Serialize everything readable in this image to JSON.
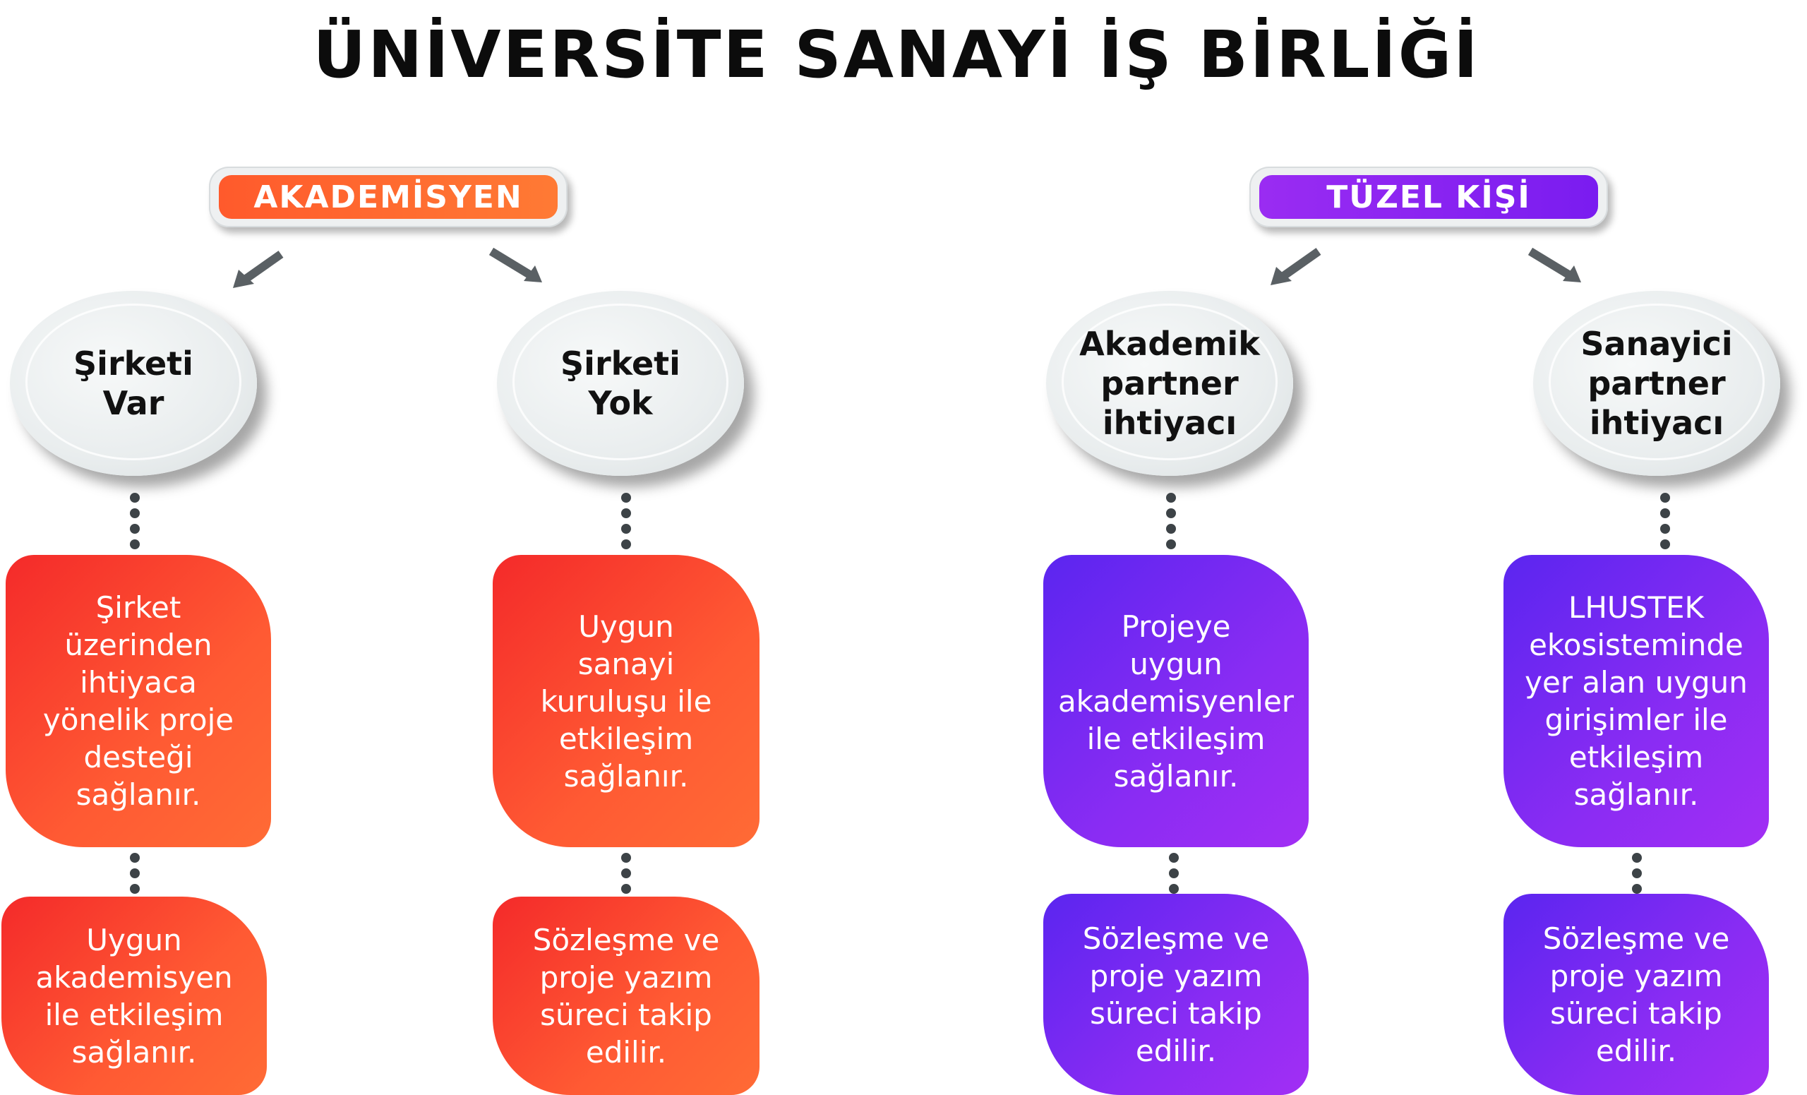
{
  "title": "ÜNİVERSİTE SANAYİ İŞ BİRLİĞİ",
  "colors": {
    "orange": "#ff6a2f",
    "red": "#f42a2a",
    "purple": "#8a2cf3",
    "violet": "#5b25f0",
    "ellipse_gray": "#e9edee",
    "dot_gray": "#3d4347"
  },
  "groups": [
    {
      "label": "AKADEMİSYEN",
      "branches": [
        {
          "node": "Şirketi\nVar",
          "steps": [
            "Şirket\nüzerinden\nihtiyaca\nyönelik proje\ndesteği\nsağlanır.",
            "Uygun\nakademisyen\nile etkileşim\nsağlanır."
          ]
        },
        {
          "node": "Şirketi\nYok",
          "steps": [
            "Uygun\nsanayi\nkuruluşu ile\netkileşim\nsağlanır.",
            "Sözleşme ve\nproje yazım\nsüreci takip\nedilir."
          ]
        }
      ]
    },
    {
      "label": "TÜZEL KİŞİ",
      "branches": [
        {
          "node": "Akademik\npartner\nihtiyacı",
          "steps": [
            "Projeye\nuygun\nakademisyenler\nile etkileşim\nsağlanır.",
            "Sözleşme ve\nproje yazım\nsüreci takip\nedilir."
          ]
        },
        {
          "node": "Sanayici\npartner\nihtiyacı",
          "steps": [
            "LHUSTEK\nekosisteminde\nyer alan uygun\ngirişimler ile\netkileşim\nsağlanır.",
            "Sözleşme ve\nproje yazım\nsüreci takip\nedilir."
          ]
        }
      ]
    }
  ]
}
